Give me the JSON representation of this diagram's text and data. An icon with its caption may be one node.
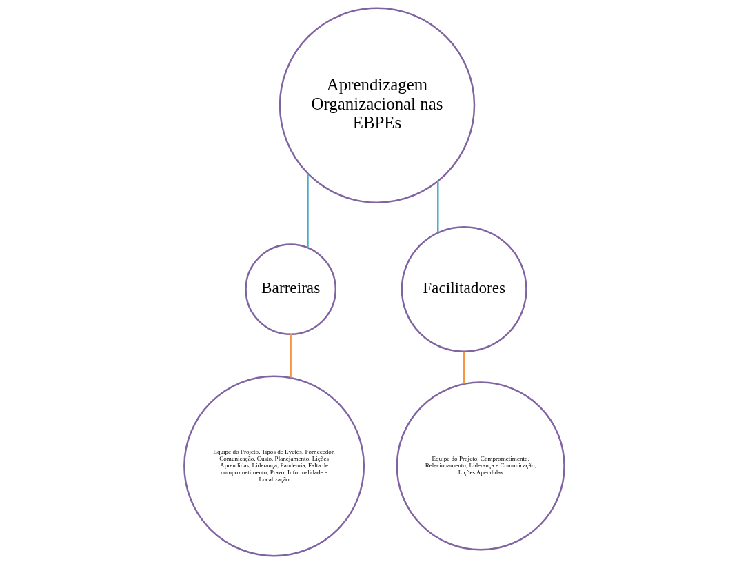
{
  "diagram": {
    "nodes": [
      {
        "text": [
          "Aprendizagem Organizacional nas EBPEs"
        ]
      },
      {
        "text": [
          "Barreiras"
        ]
      },
      {
        "text": [
          "Facilitadores"
        ]
      },
      {
        "text": [
          "Equipe do Projeto, Tipos de Evetos, Fornecedor, Comunicação, Custo, Planejamento, Lições Aprendidas, Liderança, Pandemia, Falta de comprometimento, Prazo, Informalidade e Localização"
        ]
      },
      {
        "text": [
          "Equipe do Projeto, Comprometimento, Relacionamento, Liderança e Comunicação, Lições Apendidas"
        ]
      }
    ],
    "edges": [
      {
        "from": 0,
        "to": 1,
        "arrow": "none",
        "color": "#4bacc6"
      },
      {
        "from": 0,
        "to": 2,
        "arrow": "none",
        "color": "#4bacc6"
      },
      {
        "from": 1,
        "to": 3,
        "arrow": "none",
        "color": "#f79646"
      },
      {
        "from": 2,
        "to": 4,
        "arrow": "none",
        "color": "#f79646"
      }
    ]
  }
}
